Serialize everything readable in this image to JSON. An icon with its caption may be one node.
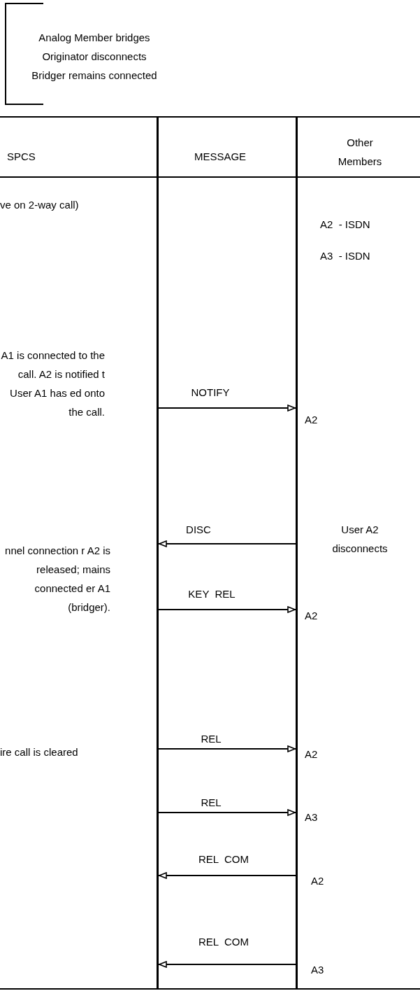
{
  "diagram": {
    "title": "Analog Member bridges Originator disconnects Bridger remains connected",
    "nodes": [
      {
        "text": [],
        "shape": "bar"
      },
      {
        "text": [],
        "shape": "bar"
      }
    ],
    "edges": [
      {
        "from": 0,
        "to": 1,
        "arrow": "to",
        "label": "NOTIFY"
      },
      {
        "from": 1,
        "to": 0,
        "arrow": "to",
        "label": "DISC"
      },
      {
        "from": 0,
        "to": 1,
        "arrow": "to",
        "label": "KEY  REL"
      },
      {
        "from": 0,
        "to": 1,
        "arrow": "to",
        "label": "REL"
      },
      {
        "from": 0,
        "to": 1,
        "arrow": "to",
        "label": "REL"
      },
      {
        "from": 1,
        "to": 0,
        "arrow": "to",
        "label": "REL  COM"
      },
      {
        "from": 1,
        "to": 0,
        "arrow": "to",
        "label": "REL  COM"
      }
    ],
    "labels": [
      "SPCS",
      "MESSAGE",
      "Other Members",
      "ve on 2-way call)",
      "A2  - ISDN",
      "A3  - ISDN",
      "A1 is connected to the call. A2 is notified t User A1 has ed onto the call.",
      "A2",
      "User A2 disconnects",
      "nnel connection r A2 is released; mains connected er A1 (bridger).",
      "A2",
      "ire call is cleared",
      "A2",
      "A3",
      "A2",
      "A3"
    ]
  }
}
